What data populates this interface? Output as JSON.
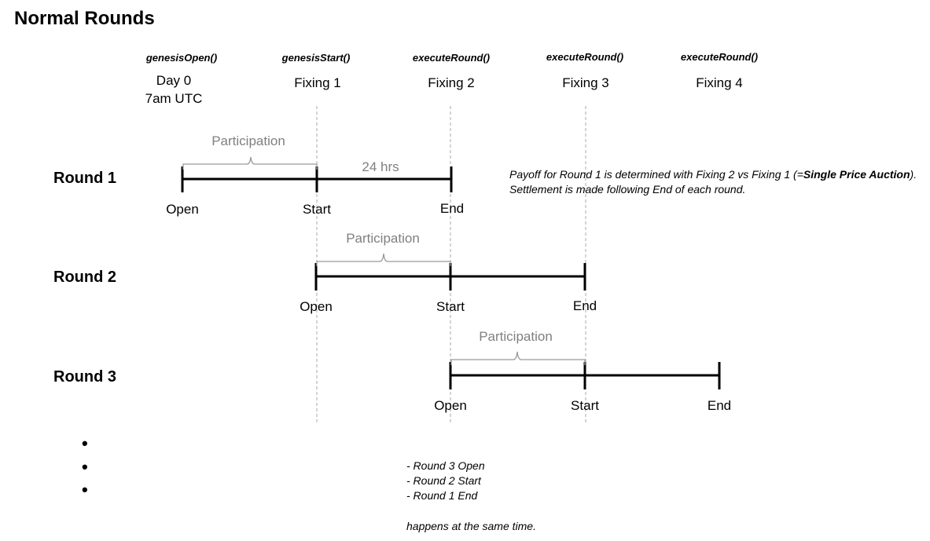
{
  "title": "Normal Rounds",
  "fixings": [
    {
      "func": "genesisOpen()",
      "line1": "Day 0",
      "line2": "7am UTC"
    },
    {
      "func": "genesisStart()",
      "line1": "Fixing 1",
      "line2": ""
    },
    {
      "func": "executeRound()",
      "line1": "Fixing 2",
      "line2": ""
    },
    {
      "func": "executeRound()",
      "line1": "Fixing 3",
      "line2": ""
    },
    {
      "func": "executeRound()",
      "line1": "Fixing 4",
      "line2": ""
    }
  ],
  "rounds": [
    {
      "label": "Round 1",
      "participation": "Participation",
      "open": "Open",
      "start": "Start",
      "end": "End",
      "duration": "24 hrs"
    },
    {
      "label": "Round 2",
      "participation": "Participation",
      "open": "Open",
      "start": "Start",
      "end": "End"
    },
    {
      "label": "Round 3",
      "participation": "Participation",
      "open": "Open",
      "start": "Start",
      "end": "End"
    }
  ],
  "note": {
    "line1_prefix": "Payoff for Round 1 is determined with Fixing 2 vs Fixing 1 (=",
    "line1_bold": "Single Price Auction",
    "line1_suffix": ").",
    "line2": "Settlement is made following End of each round."
  },
  "bullets": [
    "•",
    "•",
    "•"
  ],
  "same_time": {
    "items": [
      "- Round 3 Open",
      "- Round 2 Start",
      "- Round 1 End"
    ],
    "footer": "happens at the same time."
  },
  "colors": {
    "line": "#000000",
    "bracket": "#999999",
    "dashed": "#aaaaaa",
    "participation_text": "#808080"
  }
}
